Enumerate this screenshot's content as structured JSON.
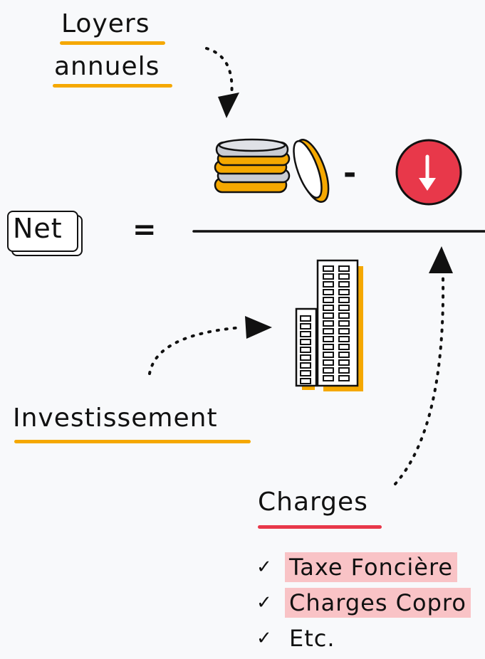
{
  "labels": {
    "loyers_line1": "Loyers",
    "loyers_line2": "annuels",
    "net": "Net",
    "equals": "=",
    "minus": "-",
    "investissement": "Investissement",
    "charges": "Charges"
  },
  "charges_list": [
    {
      "text": "Taxe Foncière",
      "highlighted": true
    },
    {
      "text": "Charges Copro",
      "highlighted": true
    },
    {
      "text": "Etc.",
      "highlighted": false
    }
  ],
  "icons": {
    "coins": "coin-stack-icon",
    "down": "down-arrow-circle-icon",
    "building": "building-icon"
  },
  "colors": {
    "accent_orange": "#f5a800",
    "accent_red": "#e8384a",
    "highlight_pink": "#f9c3c6",
    "ink": "#111111"
  }
}
